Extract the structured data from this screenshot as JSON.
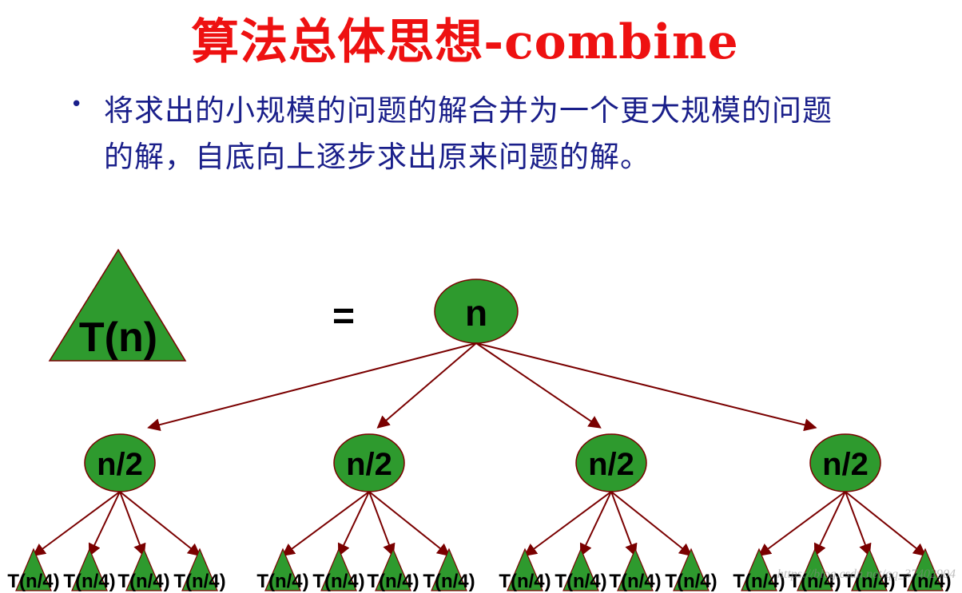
{
  "title": "算法总体思想-combine",
  "bullet": "将求出的小规模的问题的解合并为一个更大规模的问题的解，自底向上逐步求出原来问题的解。",
  "legend_triangle_label": "T(n)",
  "equals": "=",
  "root": {
    "label": "n"
  },
  "children": [
    {
      "label": "n/2",
      "leaves": [
        "T(n/4)",
        "T(n/4)",
        "T(n/4)",
        "T(n/4)"
      ]
    },
    {
      "label": "n/2",
      "leaves": [
        "T(n/4)",
        "T(n/4)",
        "T(n/4)",
        "T(n/4)"
      ]
    },
    {
      "label": "n/2",
      "leaves": [
        "T(n/4)",
        "T(n/4)",
        "T(n/4)",
        "T(n/4)"
      ]
    },
    {
      "label": "n/2",
      "leaves": [
        "T(n/4)",
        "T(n/4)",
        "T(n/4)",
        "T(n/4)"
      ]
    }
  ],
  "watermark": "https://blog.csdn.net/qq_37402904",
  "colors": {
    "title": "#ee1111",
    "text": "#1a1f8a",
    "node_fill": "#2e9a2e",
    "edge": "#7a0000"
  }
}
